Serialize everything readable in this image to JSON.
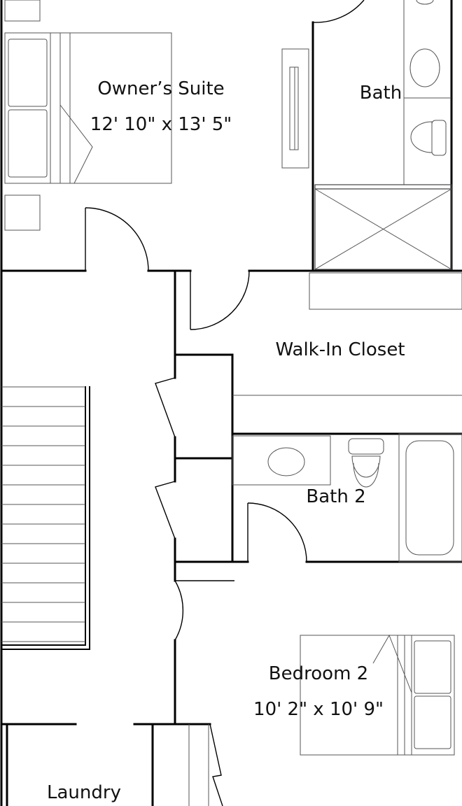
{
  "rooms": {
    "owners_suite": {
      "name": "Owner’s Suite",
      "size": "12' 10\" x 13' 5\""
    },
    "bath": {
      "name": "Bath"
    },
    "walk_in_closet": {
      "name": "Walk-In Closet"
    },
    "bath_2": {
      "name": "Bath 2"
    },
    "bedroom_2": {
      "name": "Bedroom 2",
      "size": "10' 2\" x 10' 9\""
    },
    "laundry": {
      "name": "Laundry"
    }
  },
  "colors": {
    "wall": "#000000",
    "fixture": "#555555",
    "background": "#ffffff"
  }
}
